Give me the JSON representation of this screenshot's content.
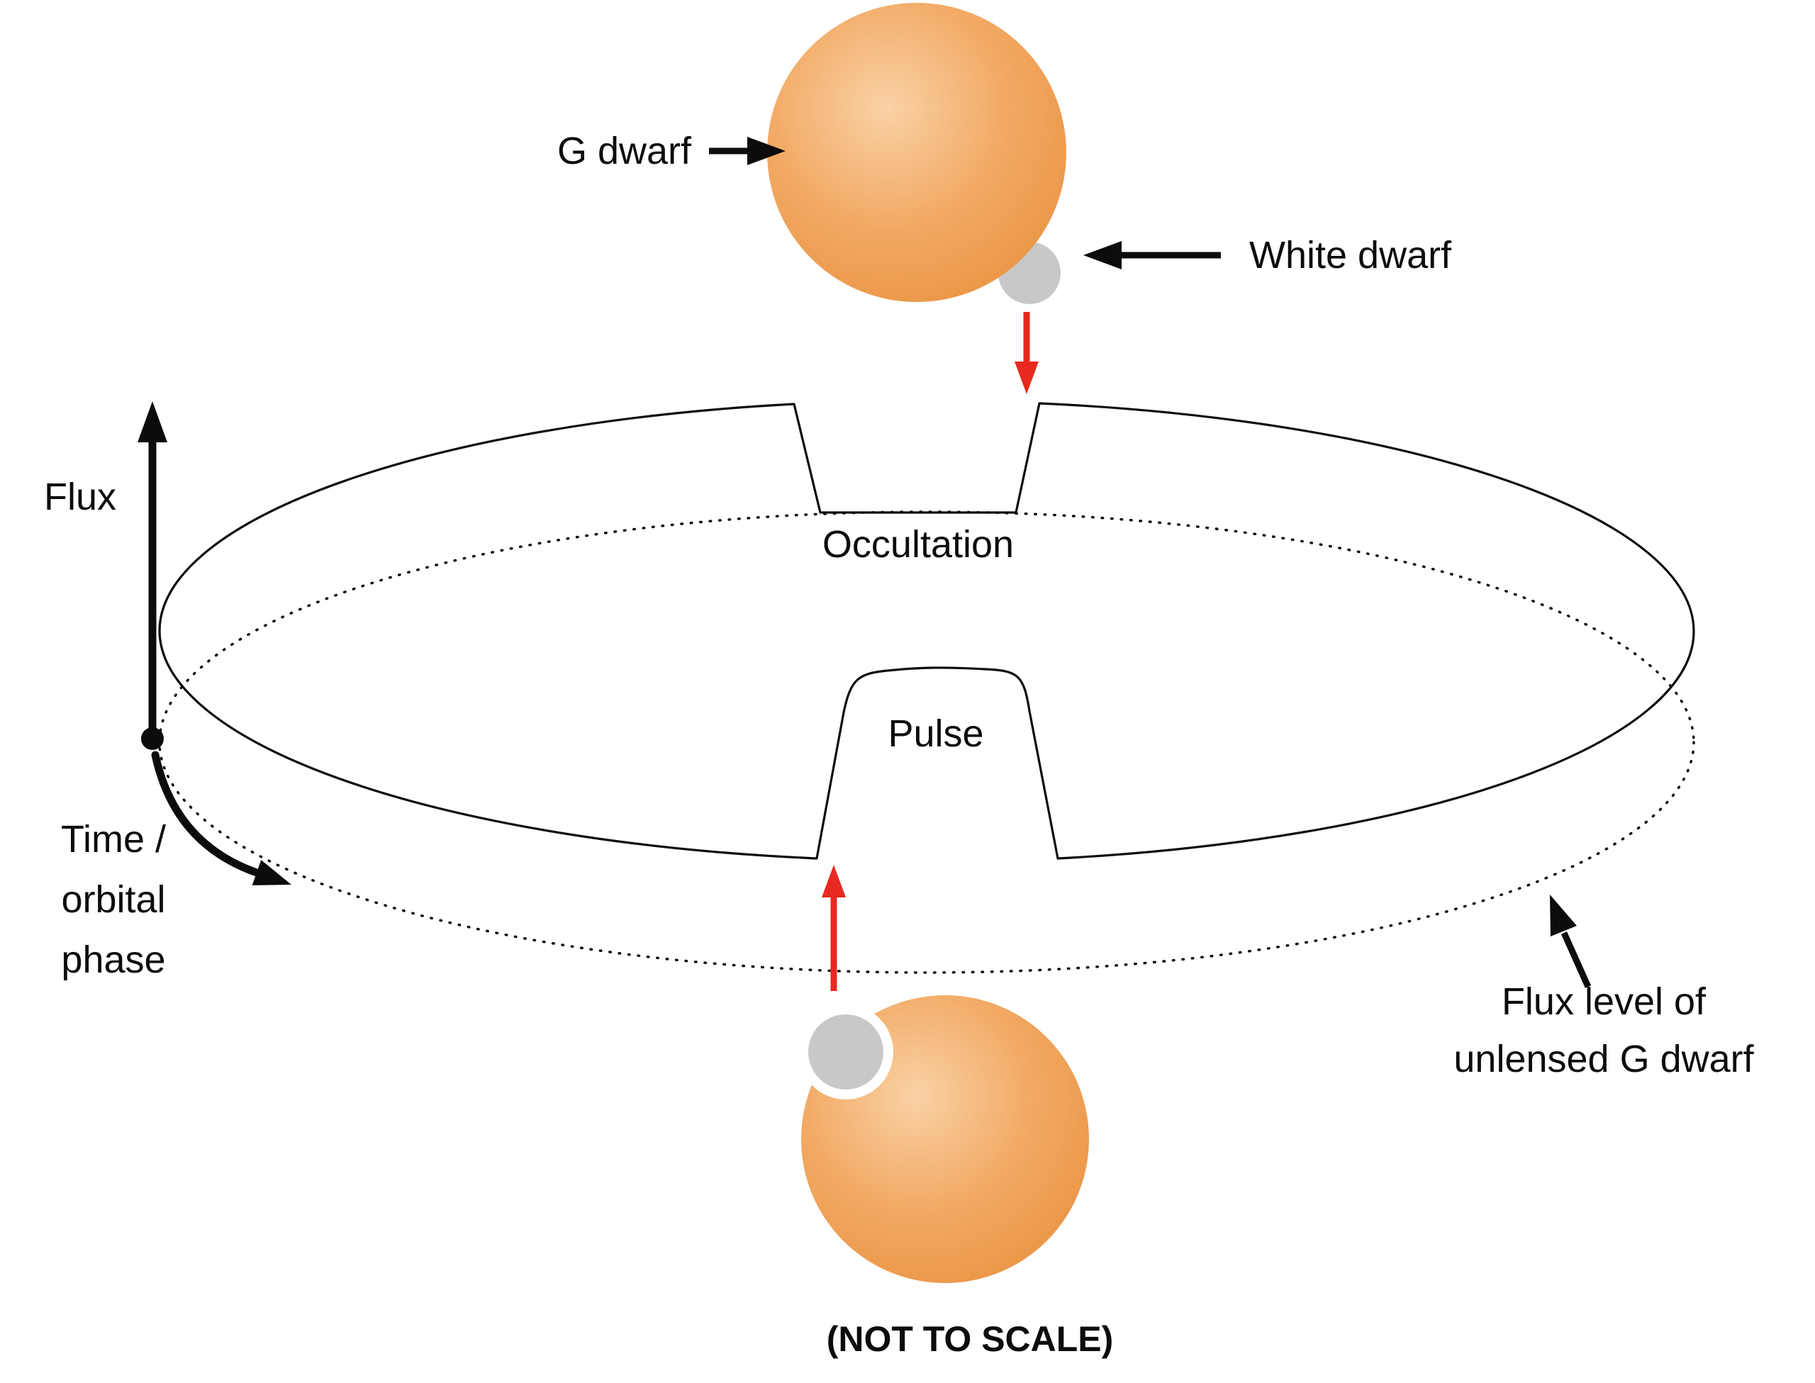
{
  "figure": {
    "caption": "(NOT TO SCALE)",
    "labels": {
      "g_dwarf": "G dwarf",
      "white_dwarf": "White dwarf",
      "occultation": "Occultation",
      "pulse": "Pulse",
      "flux_axis": "Flux",
      "time_axis": [
        "Time /",
        "orbital",
        "phase"
      ],
      "flux_level": [
        "Flux level of",
        "unlensed G dwarf"
      ]
    },
    "colors": {
      "star_highlight": "#f9d1a5",
      "star_mid": "#f2a963",
      "star_edge": "#ea9140",
      "white_dwarf": "#c8c8c8",
      "einstein_ring": "#ffffff",
      "red_arrow": "#e8291f",
      "ink": "#0c0c0c"
    }
  }
}
